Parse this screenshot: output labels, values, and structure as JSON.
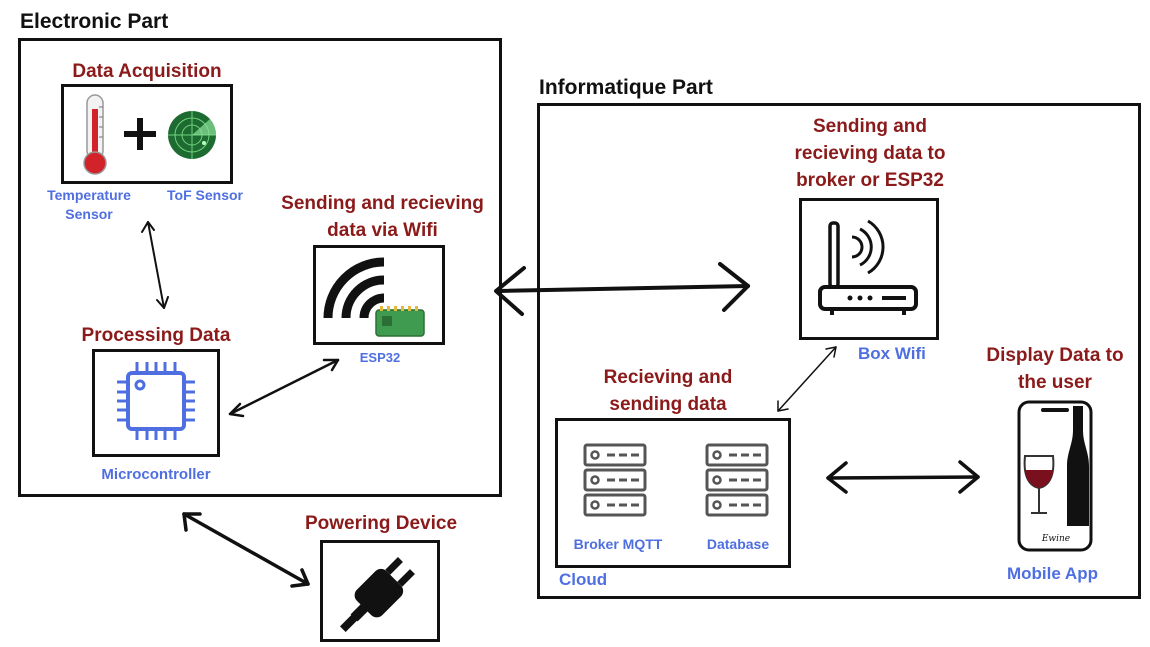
{
  "sections": {
    "electronic": "Electronic Part",
    "informatique": "Informatique Part"
  },
  "headings": {
    "data_acquisition": "Data Acquisition",
    "sending_wifi": "Sending and recieving data via Wifi",
    "processing": "Processing Data",
    "sending_broker": "Sending and recieving data to broker or ESP32",
    "recieving_sending": "Recieving and sending data",
    "display": "Display Data to the user",
    "powering": "Powering Device"
  },
  "labels": {
    "temperature_sensor": "Temperature Sensor",
    "tof_sensor": "ToF Sensor",
    "esp32": "ESP32",
    "microcontroller": "Microcontroller",
    "box_wifi": "Box Wifi",
    "broker_mqtt": "Broker MQTT",
    "database": "Database",
    "cloud": "Cloud",
    "mobile_app": "Mobile App",
    "ewine": "Ewine"
  },
  "colors": {
    "heading_red": "#8b1a1a",
    "label_blue": "#4f6fe0",
    "outline": "#111111",
    "chip_green": "#3f9b4f",
    "wine_red": "#7a0f1d"
  },
  "icons": [
    "thermometer-icon",
    "plus-icon",
    "radar-icon",
    "wifi-signal-icon",
    "esp32-board-icon",
    "chip-icon",
    "router-icon",
    "server-icon",
    "wine-bottle-icon",
    "plug-icon"
  ]
}
